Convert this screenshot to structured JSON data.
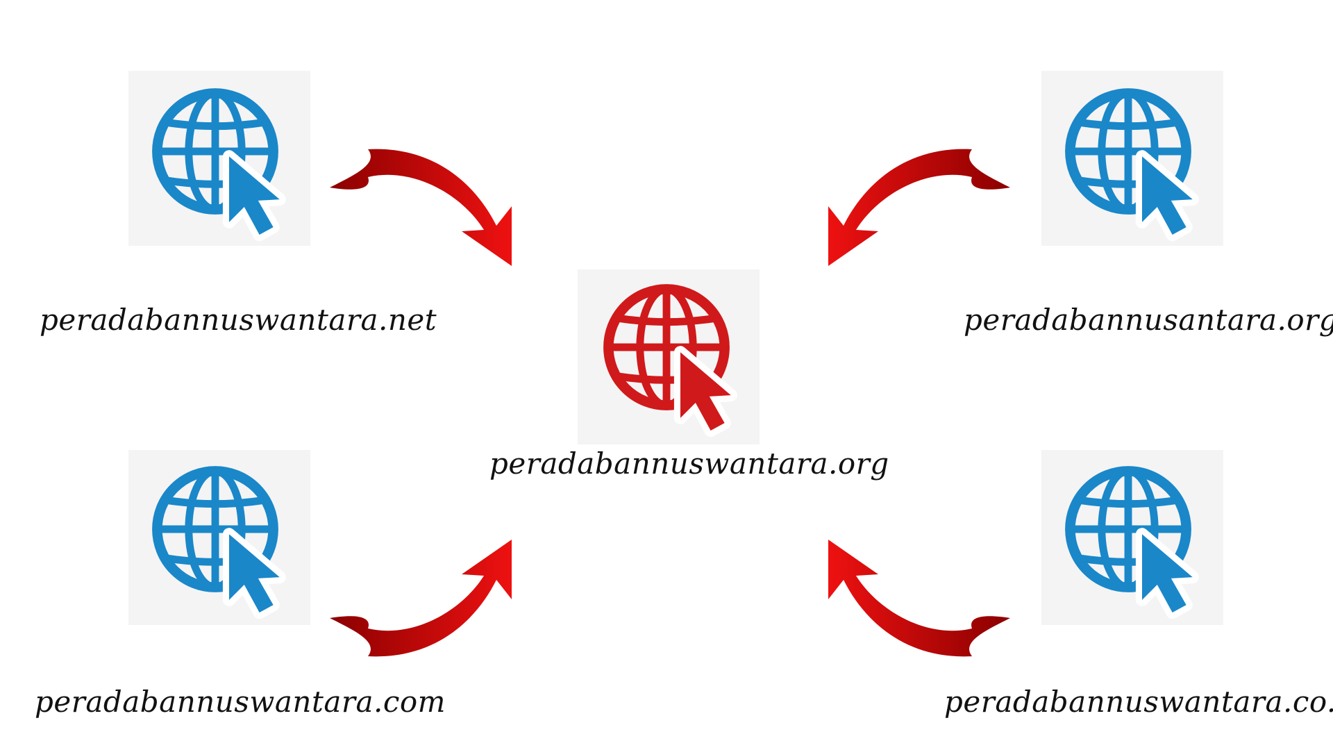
{
  "colors": {
    "secondary_globe": "#1a87c9",
    "primary_globe": "#d0191b",
    "arrow_dark": "#8b0000",
    "arrow_bright": "#ee1111",
    "label_text": "#111111",
    "background": "#ffffff"
  },
  "primary_node": {
    "label": "peradabannuswantara.org",
    "icon": "globe-cursor-icon"
  },
  "secondary_nodes": [
    {
      "position": "top-left",
      "label": "peradabannuswantara.net",
      "icon": "globe-cursor-icon"
    },
    {
      "position": "top-right",
      "label": "peradabannusantara.org",
      "icon": "globe-cursor-icon"
    },
    {
      "position": "bottom-left",
      "label": "peradabannuswantara.com",
      "icon": "globe-cursor-icon"
    },
    {
      "position": "bottom-right",
      "label": "peradabannuswantara.co.id",
      "icon": "globe-cursor-icon"
    }
  ],
  "edges": [
    {
      "from": "top-left",
      "to": "center"
    },
    {
      "from": "top-right",
      "to": "center"
    },
    {
      "from": "bottom-left",
      "to": "center"
    },
    {
      "from": "bottom-right",
      "to": "center"
    }
  ]
}
